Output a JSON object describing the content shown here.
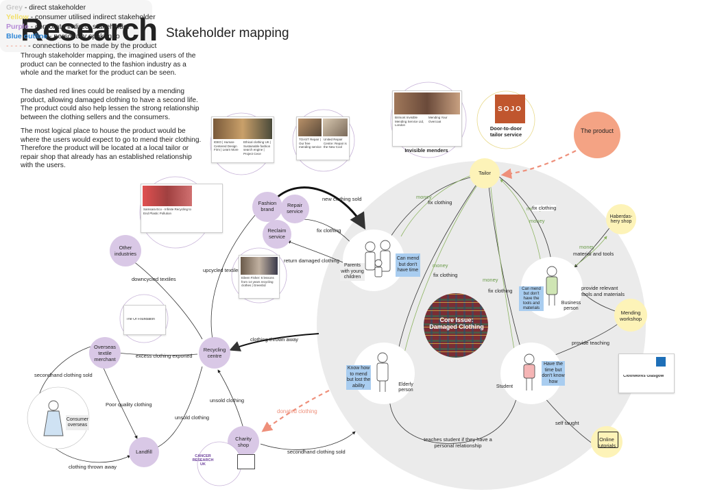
{
  "header": {
    "title": "Research",
    "subtitle": "Stakeholder mapping"
  },
  "intro": {
    "p1": "Through stakeholder mapping, the imagined users of the product can be connected to the fashion industry as a whole and the market for the product can be seen.",
    "p2": "The dashed red lines could be realised by a mending product, allowing damaged clothing to have a second life. The product could also help lessen the strong relationship between the clothing sellers and the consumers.",
    "p3": "The most logical place to house the product would be where the users would expect to go to mend their clothing. Therefore the product will be located at a local tailor or repair shop that already has an established relationship with the users."
  },
  "legend": {
    "grey_key": "Grey",
    "grey_text": " - direct stakeholder",
    "yellow_key": "Yellow",
    "yellow_text": " - consumer utilised indirect stakeholder",
    "purple_key": "Purple",
    "purple_text": " - corporate indirect stakeholder",
    "blue_key": "Blue outline",
    "blue_text": " - personally spoken to",
    "dash_key": "- - - - -",
    "dash_text": " - connections to be made by the product",
    "colors": {
      "grey": "#c8c8c8",
      "yellow": "#f2e06a",
      "purple": "#b58ad6",
      "blue": "#2f86d6",
      "dash": "#ee8f7a"
    }
  },
  "nodes": {
    "fashion_brand": "Fashion brand",
    "repair_service": "Repair service",
    "reclaim_service": "Reclaim service",
    "other_industries": "Other industries",
    "recycling_centre": "Recycling centre",
    "overseas_merchant": "Overseas textile merchant",
    "landfill": "Landfill",
    "charity_shop": "Charity shop",
    "tailor": "Tailor",
    "haberdashery": "Haberdas-hery shop",
    "mending_workshop": "Mending workshop",
    "online_tutorials": "Online tutorials",
    "the_product": "The product",
    "parents": "Parents with young children",
    "business_person": "Business person",
    "elderly_person": "Elderly person",
    "student": "Student",
    "consumer_overseas": "Consumer overseas",
    "core_issue": "Core Issue: Damaged Clothing"
  },
  "user_notes": {
    "parents": "Can mend but don't have time",
    "business": "Can mend but don't have the tools and materials",
    "elderly": "Know how to mend but lost the ability",
    "student": "Have the time but don't know how"
  },
  "edges": {
    "new_clothing_sold": "new clothing sold",
    "fix_clothing_repair": "fix clothing",
    "return_damaged": "return damaged clothing",
    "upcycled": "upcycled textiles",
    "downcycled": "downcycled textiles",
    "thrown_away_rc": "clothing thrown away",
    "excess_exported": "excess clothing exported",
    "secondhand_sold_1": "secondhand clothing sold",
    "poor_quality": "Poor quality clothing",
    "unsold_1": "unsold clothing",
    "unsold_2": "unsold clothing",
    "thrown_away_lf": "clothing thrown away",
    "donated": "donated clothing",
    "secondhand_sold_2": "secondhand clothing sold",
    "teaches": "teaches student if they have a personal relationship",
    "self_taught": "self taught",
    "money_1": "money",
    "fix_1": "fix clothing",
    "fix_2": "fix clothing",
    "money_2": "money",
    "fix_3": "fix clothing",
    "money_3": "money",
    "money_4": "money",
    "money_5": "money",
    "fix_4": "fix clothing",
    "money_hab": "money",
    "material_tools": "material and tools",
    "provide_tools": "provide relevant tools and materials",
    "provide_teaching": "provide teaching"
  },
  "cards": {
    "invisible_menders": "Invisible menders",
    "sojo_logo": "SOJO",
    "sojo_caption": "Door-to-door tailor service",
    "clothworks": "Clothworks Glasgow",
    "the_or_foundation": "The Or Foundation",
    "cancer_research": "CANCER RESEARCH UK",
    "ideo": "IDEO | Human-Centered Design Firm | Learn More",
    "ethical": "Ethical clothing UK | Sustainable fashion search engine | Project Cece",
    "repair_centre": "United Repair Centre: Repair is the New Cool",
    "tohf": "TOAST Repair | Our free mending service",
    "samsara": "Samsara Eco - Infinite Recycling to End Plastic Pollution",
    "eileen": "Eileen Fisher: 6 lessons from 14 years recycling clothes | Greenbiz",
    "brimont": "Brimont Invisible Mending Service Ltd, London",
    "mending_overcoat": "Mending Your Overcoat"
  }
}
